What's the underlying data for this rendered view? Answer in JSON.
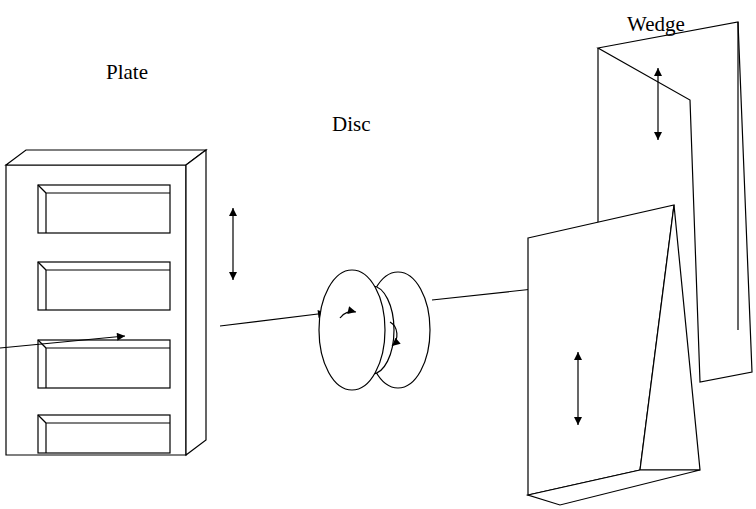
{
  "diagram": {
    "labels": [
      "Plate",
      "Disc",
      "Wedge"
    ]
  }
}
